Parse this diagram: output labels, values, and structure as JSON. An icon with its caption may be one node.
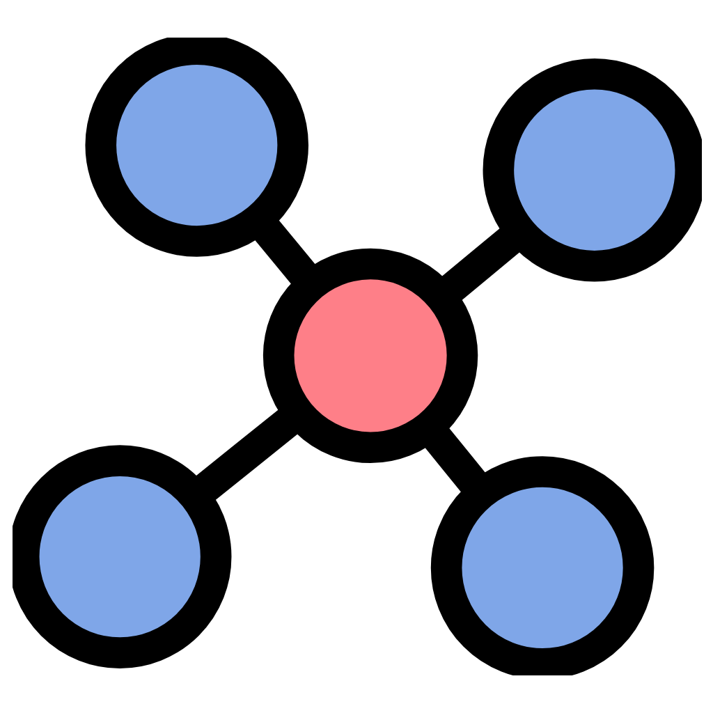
{
  "diagram": {
    "nodes": [
      {
        "text": [],
        "shape": "circle"
      },
      {
        "text": [],
        "shape": "circle"
      },
      {
        "text": [],
        "shape": "circle"
      },
      {
        "text": [],
        "shape": "circle"
      },
      {
        "text": [],
        "shape": "circle"
      }
    ],
    "edges": [
      {
        "from": 2,
        "to": 0,
        "arrow": "none"
      },
      {
        "from": 2,
        "to": 1,
        "arrow": "none"
      },
      {
        "from": 2,
        "to": 3,
        "arrow": "none"
      },
      {
        "from": 2,
        "to": 4,
        "arrow": "none"
      }
    ]
  }
}
